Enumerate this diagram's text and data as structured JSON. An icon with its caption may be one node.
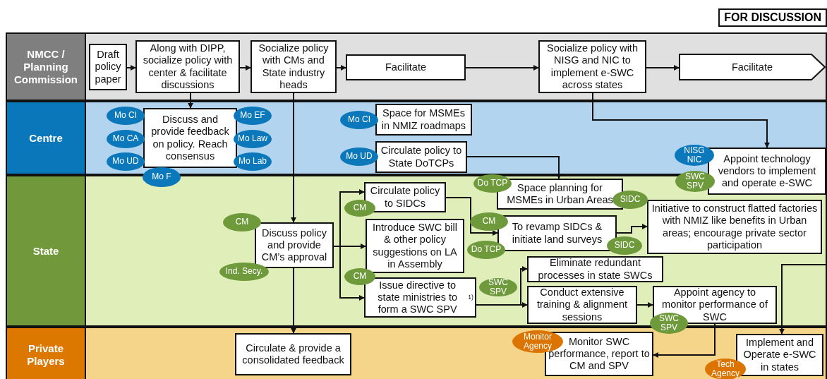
{
  "diagram": {
    "nodes": [
      {
        "text": [
          "NMCC / Planning Commission"
        ]
      },
      {
        "text": [
          "Draft policy paper"
        ],
        "in": 0
      },
      {
        "text": [
          "Along with DIPP, socialize policy with center & facilitate discussions"
        ],
        "in": 0
      },
      {
        "text": [
          "Socialize policy with CMs and State industry heads"
        ],
        "in": 0
      },
      {
        "text": [
          "Facilitate"
        ],
        "in": 0
      },
      {
        "text": [
          "Socialize policy with NISG and NIC to implement e-SWC across states"
        ],
        "in": 0
      },
      {
        "text": [
          "Facilitate"
        ],
        "in": 0
      },
      {
        "text": [
          "Centre"
        ]
      },
      {
        "text": [
          "Mo CI"
        ],
        "in": 7
      },
      {
        "text": [
          "Discuss and provide feedback on policy. Reach consensus"
        ],
        "in": 7
      },
      {
        "text": [
          "Mo EF"
        ],
        "in": 7
      },
      {
        "text": [
          "Mo CA"
        ],
        "in": 7
      },
      {
        "text": [
          "Mo Law"
        ],
        "in": 7
      },
      {
        "text": [
          "Mo UD"
        ],
        "in": 7
      },
      {
        "text": [
          "Mo Lab"
        ],
        "in": 7
      },
      {
        "text": [
          "Mo F"
        ]
      },
      {
        "text": [
          "Mo CI"
        ],
        "in": 7
      },
      {
        "text": [
          "Space for MSMEs in NMIZ roadmaps"
        ],
        "in": 7
      },
      {
        "text": [
          "Mo UD"
        ],
        "in": 7
      },
      {
        "text": [
          "Circulate policy to State DoTCPs"
        ],
        "in": 7
      },
      {
        "text": [
          "NISG NIC"
        ],
        "in": 7
      },
      {
        "text": [
          "Appoint technology vendors to implement and operate e-SWC"
        ]
      },
      {
        "text": [
          "SWC SPV"
        ],
        "in": 23
      },
      {
        "text": [
          "State"
        ]
      },
      {
        "text": [
          "CM"
        ],
        "in": 23
      },
      {
        "text": [
          "Discuss policy and provide CM’s approval"
        ],
        "in": 23
      },
      {
        "text": [
          "Ind. Secy."
        ],
        "in": 23
      },
      {
        "text": [
          "Circulate policy to SIDCs"
        ],
        "in": 23
      },
      {
        "text": [
          "CM"
        ],
        "in": 23
      },
      {
        "text": [
          "Introduce SWC bill & other policy suggestions on LA in Assembly"
        ],
        "in": 23
      },
      {
        "text": [
          "CM"
        ],
        "in": 23
      },
      {
        "text": [
          "Issue directive to state ministries to form a SWC SPV$^{1)}$"
        ],
        "in": 23
      },
      {
        "text": [
          "Do TCP"
        ],
        "in": 23
      },
      {
        "text": [
          "Space planning for MSMEs in Urban Areas"
        ],
        "in": 23
      },
      {
        "text": [
          "CM"
        ],
        "in": 23
      },
      {
        "text": [
          "To revamp SIDCs & initiate land surveys"
        ],
        "in": 23
      },
      {
        "text": [
          "Do TCP"
        ],
        "in": 23
      },
      {
        "text": [
          "SIDC"
        ],
        "in": 23
      },
      {
        "text": [
          "SIDC"
        ],
        "in": 23
      },
      {
        "text": [
          "Initiative to construct flatted factories with NMIZ like benefits in Urban areas; encourage private sector participation"
        ],
        "in": 23
      },
      {
        "text": [
          "SWC SPV"
        ],
        "in": 23
      },
      {
        "text": [
          "Eliminate redundant processes in state SWCs"
        ],
        "in": 23
      },
      {
        "text": [
          "Conduct extensive training & alignment sessions"
        ],
        "in": 23
      },
      {
        "text": [
          "Appoint agency to monitor performance of SWC"
        ],
        "in": 23
      },
      {
        "text": [
          "SWC SPV"
        ]
      },
      {
        "text": [
          "Private Players"
        ]
      },
      {
        "text": [
          "Circulate & provide a consolidated feedback"
        ],
        "in": 45
      },
      {
        "text": [
          "Monitor Agency"
        ],
        "in": 45
      },
      {
        "text": [
          "Monitor SWC performance, report to CM and SPV"
        ],
        "in": 45
      },
      {
        "text": [
          "Tech Agency"
        ],
        "in": 45
      },
      {
        "text": [
          "Implement and Operate e-SWC in states"
        ],
        "in": 45
      }
    ],
    "edges": [
      {
        "from": 1,
        "to": 2,
        "arrow": "to"
      },
      {
        "from": 2,
        "to": 3,
        "arrow": "to"
      },
      {
        "from": 3,
        "to": 4,
        "arrow": "to"
      },
      {
        "from": 4,
        "to": 5,
        "arrow": "to"
      },
      {
        "from": 5,
        "to": 6,
        "arrow": "to"
      },
      {
        "from": 2,
        "to": 9,
        "arrow": "to"
      },
      {
        "from": 3,
        "to": 25,
        "arrow": "to"
      },
      {
        "from": 25,
        "to": 46,
        "arrow": "to"
      },
      {
        "from": 19,
        "to": 33,
        "arrow": "to"
      },
      {
        "from": 5,
        "to": 21,
        "arrow": "to"
      },
      {
        "from": 25,
        "to": 27,
        "arrow": "to"
      },
      {
        "from": 25,
        "to": 29,
        "arrow": "to"
      },
      {
        "from": 25,
        "to": 31,
        "arrow": "to"
      },
      {
        "from": 27,
        "to": 35,
        "arrow": "to"
      },
      {
        "from": 35,
        "to": 39,
        "arrow": "to"
      },
      {
        "from": 31,
        "to": 41,
        "arrow": "to"
      },
      {
        "from": 31,
        "to": 42,
        "arrow": "to"
      },
      {
        "from": 42,
        "to": 43,
        "arrow": "to"
      },
      {
        "from": 43,
        "to": 48,
        "arrow": "to"
      },
      {
        "from": 23,
        "to": 50,
        "arrow": "to"
      }
    ],
    "labels": [
      "FOR DISCUSSION"
    ]
  }
}
